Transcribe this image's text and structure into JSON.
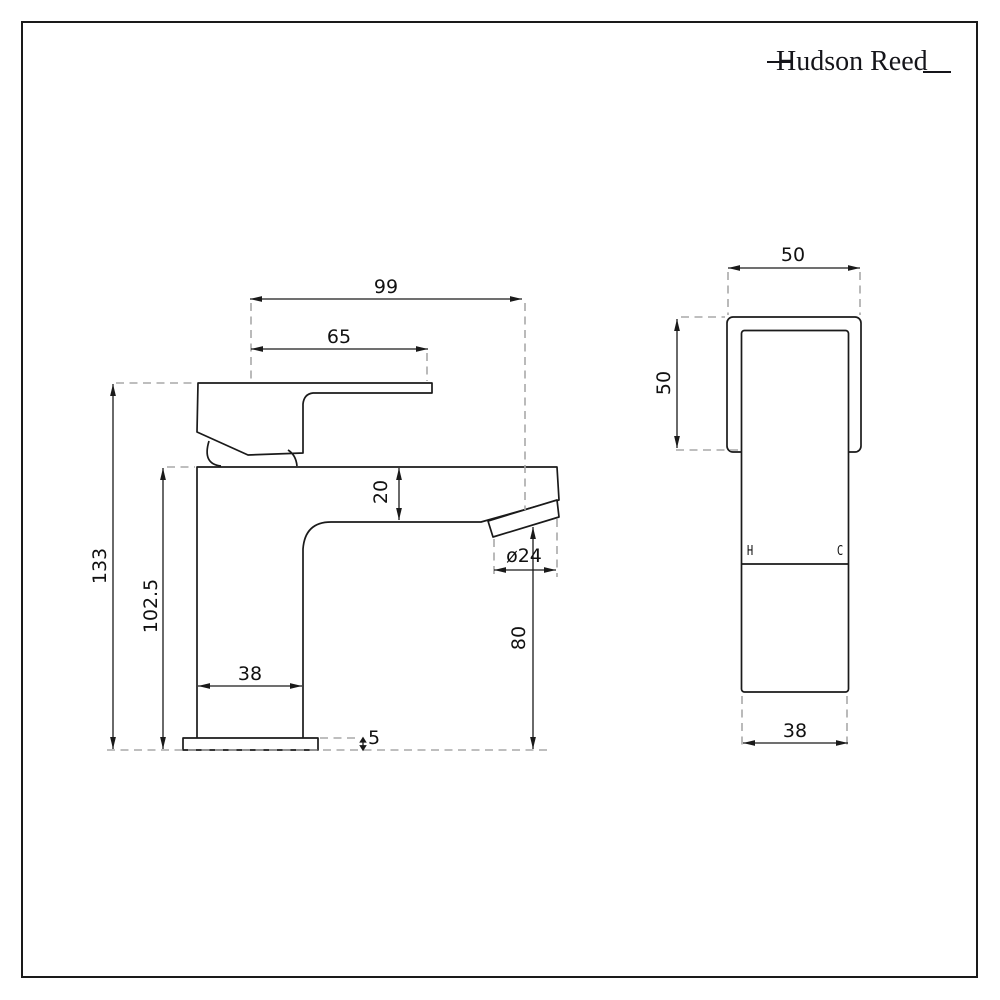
{
  "brand": {
    "name": "Hudson Reed"
  },
  "colors": {
    "line": "#1a1a1a",
    "extension_line": "#a9a9a9",
    "background": "#ffffff"
  },
  "side_view": {
    "overall_reach": "99",
    "handle_reach": "65",
    "overall_height": "133",
    "body_height": "102.5",
    "spout_section_depth": "20",
    "spout_diameter": "ø24",
    "spout_clearance_height": "80",
    "body_width": "38",
    "base_plate_height": "5"
  },
  "front_view": {
    "handle_width": "50",
    "handle_height": "50",
    "body_width": "38",
    "hot_indicator": "H",
    "cold_indicator": "C"
  }
}
